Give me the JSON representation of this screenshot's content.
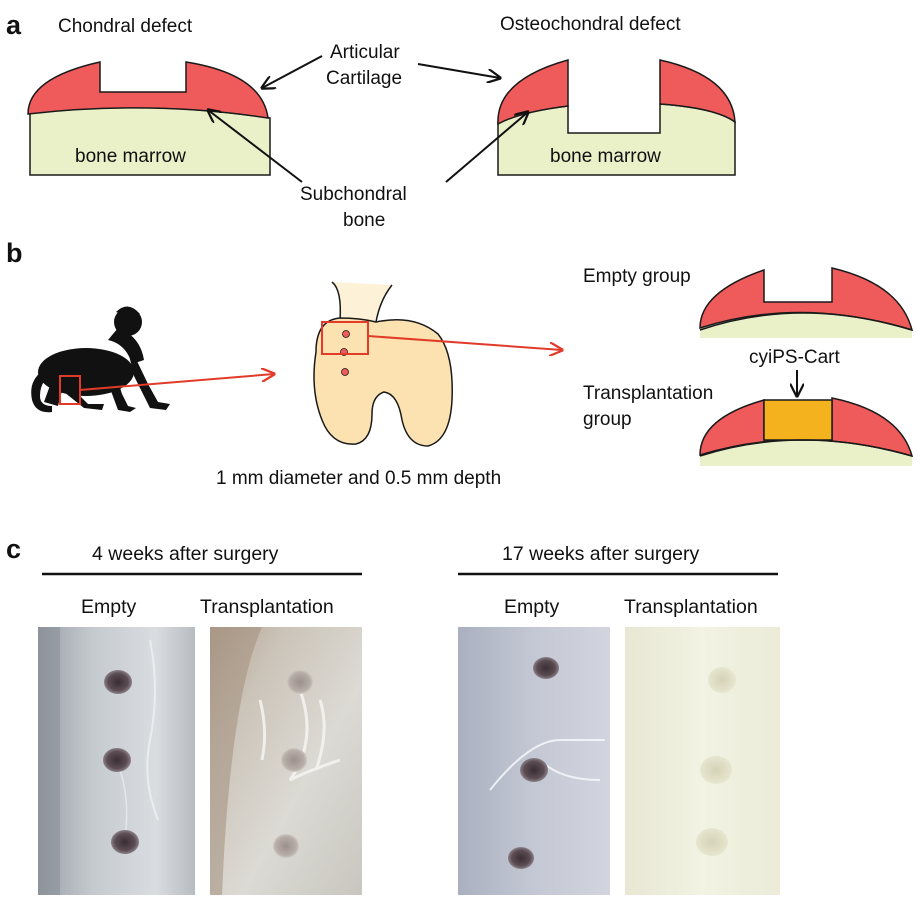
{
  "panels": {
    "a": "a",
    "b": "b",
    "c": "c"
  },
  "panel_a": {
    "chondral_title": "Chondral defect",
    "osteochondral_title": "Osteochondral defect",
    "articular_line1": "Articular",
    "articular_line2": "Cartilage",
    "subchondral_line1": "Subchondral",
    "subchondral_line2": "bone",
    "bone_marrow_left": "bone marrow",
    "bone_marrow_right": "bone marrow"
  },
  "panel_b": {
    "empty_group": "Empty group",
    "cyips_cart": "cyiPS-Cart",
    "transplantation_line1": "Transplantation",
    "transplantation_line2": "group",
    "defect_size": "1 mm diameter and 0.5 mm depth"
  },
  "panel_c": {
    "week4_title": "4 weeks after surgery",
    "week17_title": "17 weeks after surgery",
    "empty_label_4": "Empty",
    "transplantation_label_4": "Transplantation",
    "empty_label_17": "Empty",
    "transplantation_label_17": "Transplantation"
  },
  "colors": {
    "cartilage": "#ef5a5a",
    "bone": "#eaf0c8",
    "graft": "#f4b21f",
    "knee": "#fbe2b0",
    "femur_shaft": "#fdf1d8",
    "arrow_red": "#e23b2a",
    "outline": "#1a1a1a"
  }
}
